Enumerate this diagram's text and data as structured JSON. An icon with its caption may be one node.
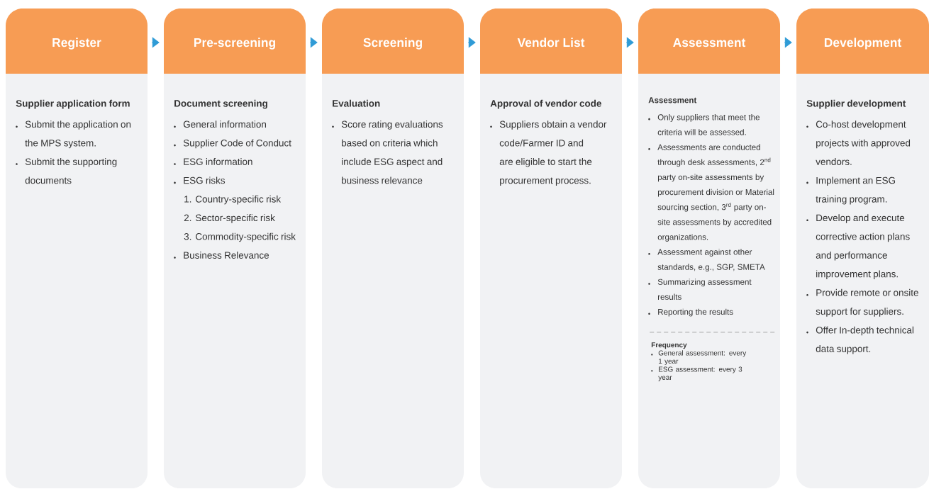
{
  "diagram": {
    "nodes": [
      {
        "text": [
          "Register",
          "Supplier application form",
          "Submit the application on the MPS system.",
          "Submit the supporting documents"
        ]
      },
      {
        "text": [
          "Pre-screening",
          "Document screening",
          "General information",
          "Supplier Code of Conduct",
          "ESG information",
          "ESG risks",
          "1. Country-specific risk",
          "2. Sector-specific risk",
          "3. Commodity-specific risk",
          "Business Relevance"
        ]
      },
      {
        "text": [
          "Screening",
          "Evaluation",
          "Score rating evaluations based on criteria which include ESG aspect and business relevance"
        ]
      },
      {
        "text": [
          "Vendor List",
          "Approval of vendor code",
          "Suppliers obtain a vendor code/Farmer ID and are eligible to start the procurement process."
        ]
      },
      {
        "text": [
          "Assessment",
          "Assessment",
          "Only suppliers that meet the criteria will be assessed.",
          "Assessments are conducted through desk assessments, 2$^{nd}$ party on-site assessments by procurement division or Material sourcing section, 3$^{rd}$ party on-site assessments by accredited organizations.",
          "Assessment against other standards, e.g., SGP, SMETA",
          "Summarizing assessment results",
          "Reporting the results",
          "Frequency",
          "General assessment: every 1 year",
          "ESG assessment: every 3 year"
        ]
      },
      {
        "text": [
          "Development",
          "Supplier development",
          "Co-host development projects with approved vendors.",
          "Implement an ESG training program.",
          "Develop and execute corrective action plans and performance improvement plans.",
          "Provide remote or onsite support for suppliers.",
          "Offer In-depth technical data support."
        ]
      }
    ],
    "edges": [
      {
        "from": 0,
        "to": 1,
        "arrow": "to"
      },
      {
        "from": 1,
        "to": 2,
        "arrow": "to"
      },
      {
        "from": 2,
        "to": 3,
        "arrow": "to"
      },
      {
        "from": 3,
        "to": 4,
        "arrow": "to"
      },
      {
        "from": 4,
        "to": 5,
        "arrow": "to"
      }
    ]
  }
}
